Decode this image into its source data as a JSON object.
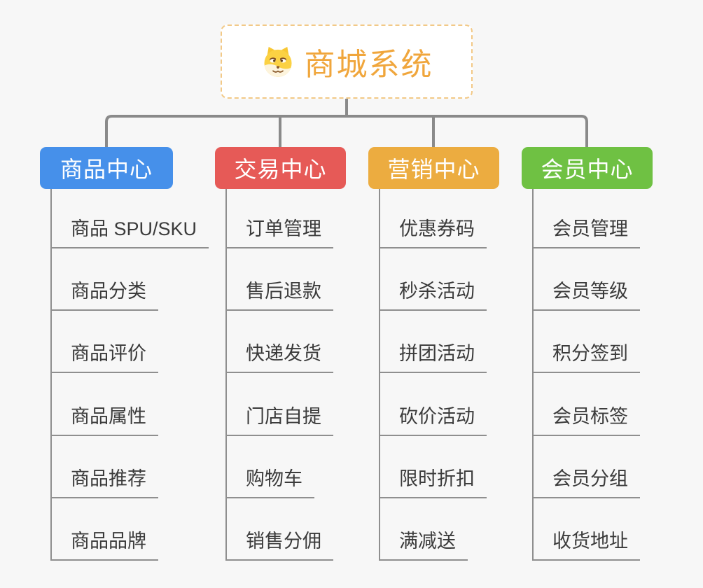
{
  "root": {
    "label": "商城系统",
    "icon": "dog-face-icon",
    "accent_color": "#f0a63c",
    "border_color": "#f2c987"
  },
  "connector_color": "#8a8a8a",
  "branches": [
    {
      "label": "商品中心",
      "color": "#4690ea",
      "children": [
        "商品 SPU/SKU",
        "商品分类",
        "商品评价",
        "商品属性",
        "商品推荐",
        "商品品牌"
      ]
    },
    {
      "label": "交易中心",
      "color": "#e65a57",
      "children": [
        "订单管理",
        "售后退款",
        "快递发货",
        "门店自提",
        "购物车",
        "销售分佣"
      ]
    },
    {
      "label": "营销中心",
      "color": "#ecac40",
      "children": [
        "优惠券码",
        "秒杀活动",
        "拼团活动",
        "砍价活动",
        "限时折扣",
        "满减送"
      ]
    },
    {
      "label": "会员中心",
      "color": "#6fc143",
      "children": [
        "会员管理",
        "会员等级",
        "积分签到",
        "会员标签",
        "会员分组",
        "收货地址"
      ]
    }
  ]
}
